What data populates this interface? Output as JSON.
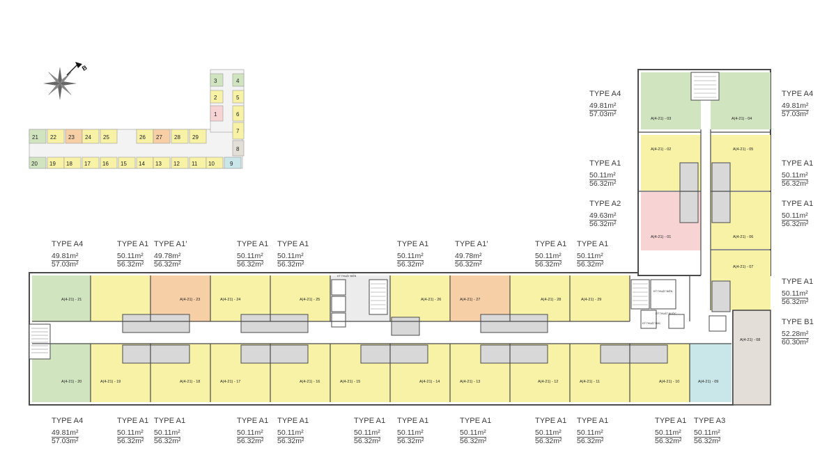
{
  "colors": {
    "A1": "#f7f2a6",
    "A1p": "#f7cfa6",
    "A2": "#f8d3d3",
    "A3": "#c9e6e9",
    "A4": "#cfe4bf",
    "B1": "#e3ded7",
    "core": "#d8d8d8",
    "wall": "#4a4a4a"
  },
  "compass": {
    "icon": "compass-rose-icon",
    "north_label": "B"
  },
  "mini_map": {
    "units": [
      "1",
      "2",
      "3",
      "4",
      "5",
      "6",
      "7",
      "8",
      "9",
      "10",
      "11",
      "12",
      "13",
      "14",
      "15",
      "16",
      "17",
      "18",
      "19",
      "20",
      "21",
      "22",
      "23",
      "24",
      "25",
      "26",
      "27",
      "28",
      "29"
    ]
  },
  "units": [
    {
      "code": "A(4-21) - 01"
    },
    {
      "code": "A(4-21) - 02"
    },
    {
      "code": "A(4-21) - 03"
    },
    {
      "code": "A(4-21) - 04"
    },
    {
      "code": "A(4-21) - 05"
    },
    {
      "code": "A(4-21) - 06"
    },
    {
      "code": "A(4-21) - 07"
    },
    {
      "code": "A(4-21) - 08"
    },
    {
      "code": "A(4-21) - 09"
    },
    {
      "code": "A(4-21) - 10"
    },
    {
      "code": "A(4-21) - 11"
    },
    {
      "code": "A(4-21) - 12"
    },
    {
      "code": "A(4-21) - 13"
    },
    {
      "code": "A(4-21) - 14"
    },
    {
      "code": "A(4-21) - 15"
    },
    {
      "code": "A(4-21) - 16"
    },
    {
      "code": "A(4-21) - 17"
    },
    {
      "code": "A(4-21) - 18"
    },
    {
      "code": "A(4-21) - 19"
    },
    {
      "code": "A(4-21) - 20"
    },
    {
      "code": "A(4-21) - 21"
    },
    {
      "code": "A(4-21) - 23"
    },
    {
      "code": "A(4-21) - 24"
    },
    {
      "code": "A(4-21) - 25"
    },
    {
      "code": "A(4-21) - 26"
    },
    {
      "code": "A(4-21) - 27"
    },
    {
      "code": "A(4-21) - 28"
    },
    {
      "code": "A(4-21) - 29"
    }
  ],
  "types": {
    "A4": {
      "name": "TYPE A4",
      "area1": "49.81m²",
      "area2": "57.03m²"
    },
    "A1": {
      "name": "TYPE A1",
      "area1": "50.11m²",
      "area2": "56.32m²"
    },
    "A1p": {
      "name": "TYPE A1'",
      "area1": "49.78m²",
      "area2": "56.32m²"
    },
    "A2": {
      "name": "TYPE A2",
      "area1": "49.63m²",
      "area2": "56.32m²"
    },
    "A3": {
      "name": "TYPE A3",
      "area1": "50.11m²",
      "area2": "56.32m²"
    },
    "B1": {
      "name": "TYPE B1",
      "area1": "52.28m²",
      "area2": "60.30m²"
    }
  },
  "room_labels": {
    "tech_room": "KỸ THUẬT ĐIỆN",
    "tech_water": "KỸ THUẬT NƯỚC",
    "refuse": "KỸ THUẬT RÁC"
  }
}
